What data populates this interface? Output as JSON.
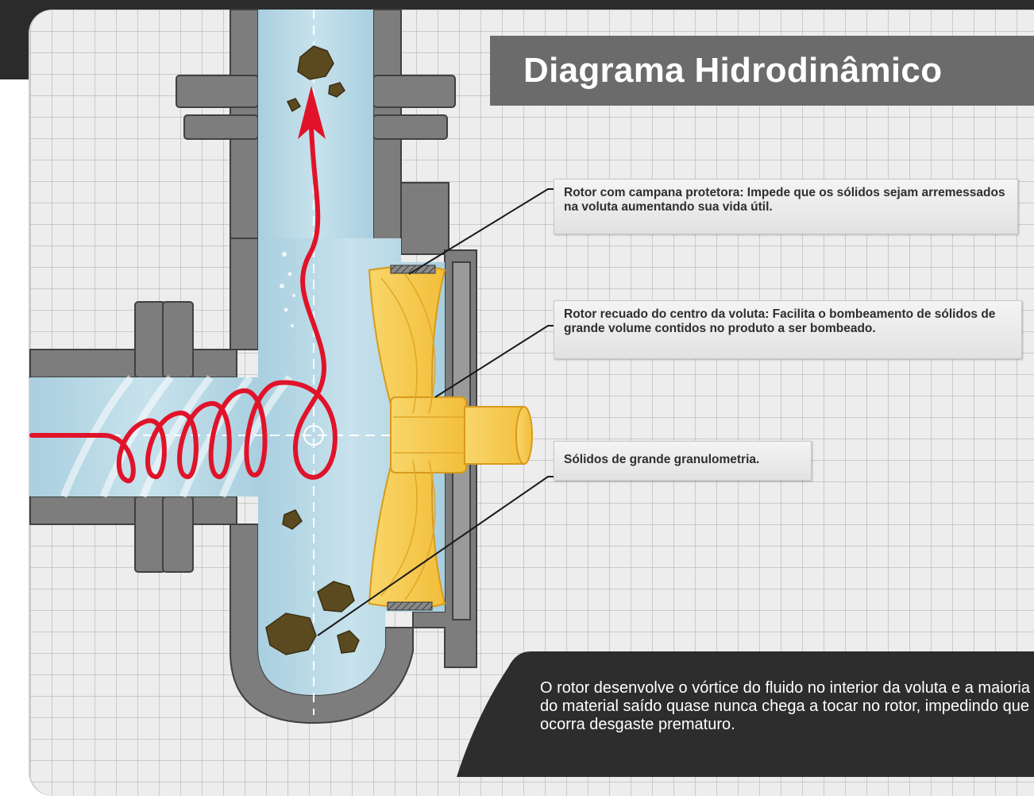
{
  "title": "Diagrama Hidrodinâmico",
  "callouts": [
    {
      "text": "Rotor com campana protetora: Impede que os sólidos sejam arremessados na voluta aumentando sua vida útil."
    },
    {
      "text": "Rotor recuado do centro da voluta: Facilita o bombeamento de sólidos de grande volume contidos no produto a ser bombeado."
    },
    {
      "text": "Sólidos de grande granulometria."
    }
  ],
  "footer": " O rotor desenvolve o vórtice do fluido no interior da voluta e a maioria do material saído quase nunca chega a tocar no rotor, impedindo que ocorra desgaste prematuro.",
  "colors": {
    "background_top": "#2b2b2b",
    "grid_panel": "#ededed",
    "casing": "#7d7d7d",
    "fluid": "#bcdbe8",
    "rotor": "#f6c74a",
    "flow_arrow": "#e0132a",
    "solids": "#5b4a1f"
  }
}
